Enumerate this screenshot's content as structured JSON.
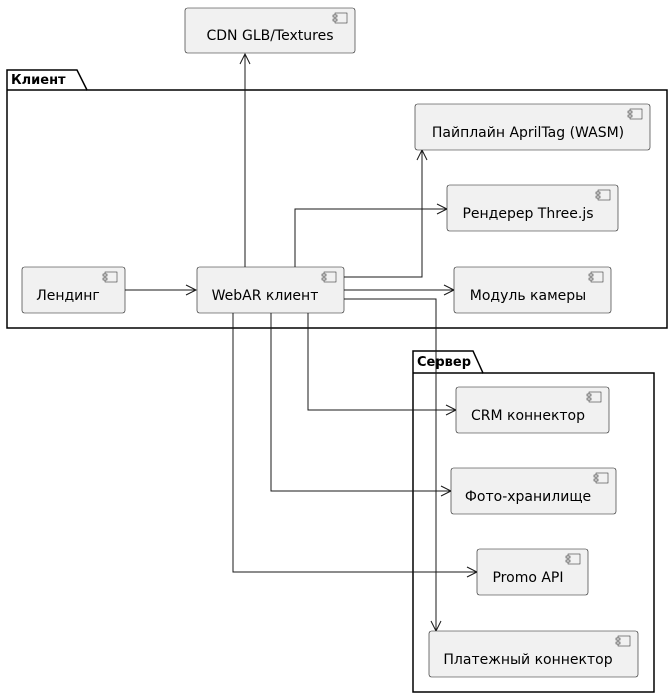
{
  "packages": {
    "client": {
      "title": "Клиент"
    },
    "server": {
      "title": "Сервер"
    }
  },
  "components": {
    "cdn": "CDN GLB/Textures",
    "apriltag": "Пайплайн AprilTag (WASM)",
    "renderer": "Рендерер Three.js",
    "landing": "Лендинг",
    "webar": "WebAR клиент",
    "camera": "Модуль камеры",
    "crm": "CRM коннектор",
    "photo": "Фото-хранилище",
    "promo": "Promo API",
    "payment": "Платежный коннектор"
  }
}
